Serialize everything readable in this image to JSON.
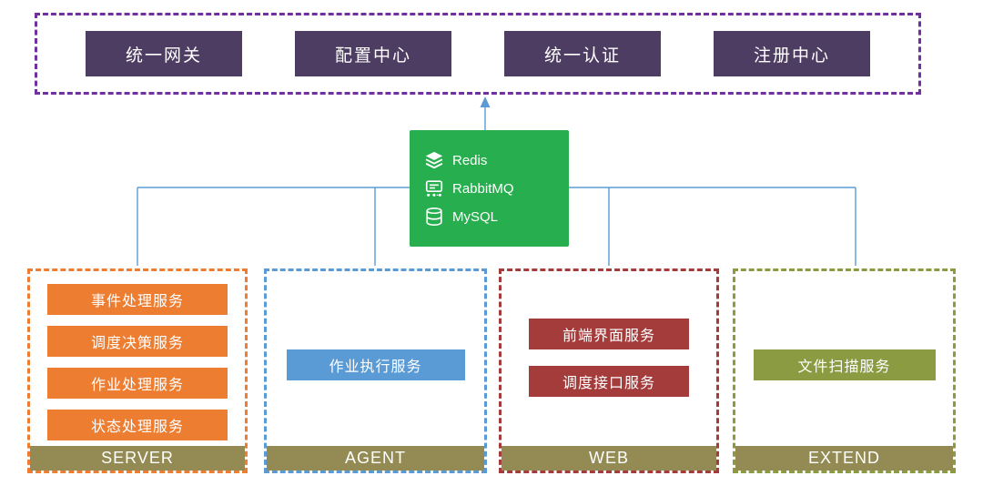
{
  "platform": {
    "items": [
      {
        "label": "统一网关"
      },
      {
        "label": "配置中心"
      },
      {
        "label": "统一认证"
      },
      {
        "label": "注册中心"
      }
    ]
  },
  "middleware": {
    "items": [
      {
        "icon": "redis-icon",
        "label": "Redis"
      },
      {
        "icon": "rabbitmq-icon",
        "label": "RabbitMQ"
      },
      {
        "icon": "mysql-icon",
        "label": "MySQL"
      }
    ]
  },
  "groups": [
    {
      "label": "SERVER",
      "services": [
        "事件处理服务",
        "调度决策服务",
        "作业处理服务",
        "状态处理服务"
      ]
    },
    {
      "label": "AGENT",
      "services": [
        "作业执行服务"
      ]
    },
    {
      "label": "WEB",
      "services": [
        "前端界面服务",
        "调度接口服务"
      ]
    },
    {
      "label": "EXTEND",
      "services": [
        "文件扫描服务"
      ]
    }
  ],
  "colors": {
    "platform_border": "#7030A0",
    "platform_box": "#4E3D63",
    "middleware_bg": "#27AE4E",
    "server_accent": "#ED7D31",
    "agent_accent": "#5B9BD5",
    "web_accent": "#A43C3C",
    "extend_accent": "#8A9B41",
    "group_label_bg": "#948A54",
    "connector_line": "#5B9BD5"
  }
}
